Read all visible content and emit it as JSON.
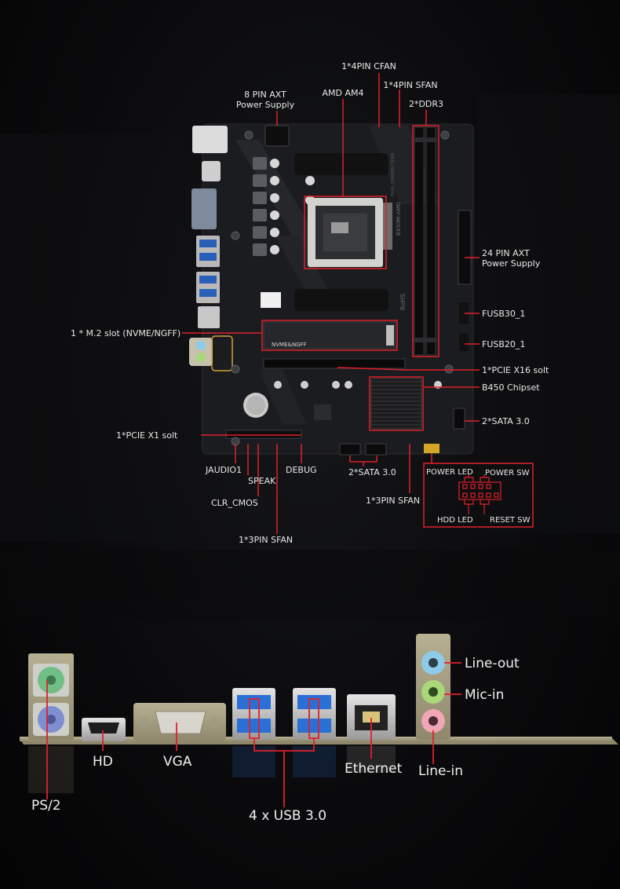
{
  "labels": {
    "cfan": "1*4PIN CFAN",
    "sfan_top": "1*4PIN SFAN",
    "power8_l1": "8 PIN AXT",
    "power8_l2": "Power Supply",
    "cpu": "AMD AM4",
    "ddr": "2*DDR3",
    "power24_l1": "24 PIN AXT",
    "power24_l2": "Power Supply",
    "fusb30": "FUSB30_1",
    "fusb20": "FUSB20_1",
    "m2": "1 * M.2 slot (NVME/NGFF)",
    "pcie16": "1*PCIE X16 solt",
    "chipset": "B450 Chipset",
    "sata_right": "2*SATA 3.0",
    "pcie1": "1*PCIE X1 solt",
    "jaudio": "JAUDIO1",
    "speak": "SPEAK",
    "debug": "DEBUG",
    "sata_bottom": "2*SATA 3.0",
    "clr_cmos": "CLR_CMOS",
    "sfan_mid": "1*3PIN SFAN",
    "sfan_bottom": "1*3PIN SFAN",
    "power_led": "POWER LED",
    "power_sw": "POWER SW",
    "hdd_led": "HDD LED",
    "reset_sw": "RESET SW"
  },
  "board_print": {
    "m2_text": "NVME&NGFF",
    "rohs": "RoHS",
    "model": "B450M-AMD",
    "dual_channel": "DUAL CHANNEL DDR4"
  },
  "io_labels": {
    "line_out": "Line-out",
    "mic_in": "Mic-in",
    "ps2": "PS/2",
    "hd": "HD",
    "vga": "VGA",
    "ethernet": "Ethernet",
    "line_in": "Line-in",
    "usb": "4 x USB 3.0"
  },
  "colors": {
    "accent": "#e0202a",
    "board": "#1b1c1f",
    "ps2_keyboard": "#7e8fd0",
    "ps2_mouse": "#6fbf86",
    "usb_blue": "#2a6fd6",
    "line_out": "#8ecbe8",
    "mic_in": "#a8d878",
    "line_in": "#f0a6b6"
  }
}
